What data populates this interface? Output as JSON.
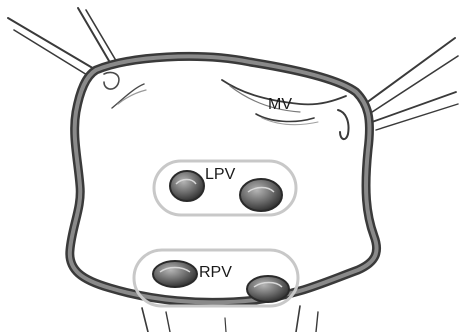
{
  "diagram": {
    "labels": {
      "mv": "MV",
      "lpv": "LPV",
      "rpv": "RPV"
    },
    "colors": {
      "outline": "#3a3a3a",
      "fill": "#8a8a8a",
      "ring": "#c8c8c8",
      "vein": "#5a5a5a",
      "background": "#ffffff"
    }
  }
}
